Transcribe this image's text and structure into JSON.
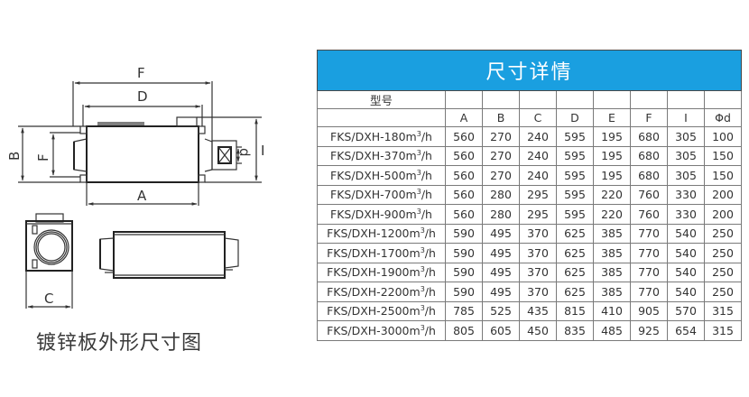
{
  "drawing": {
    "caption": "镀锌板外形尺寸图",
    "labels": {
      "F_top": "F",
      "D": "D",
      "B": "B",
      "F_side": "F",
      "A": "A",
      "I": "I",
      "d": "d",
      "C": "C"
    }
  },
  "table": {
    "title": "尺寸详情",
    "model_header": "型号",
    "columns": [
      "A",
      "B",
      "C",
      "D",
      "E",
      "F",
      "I",
      "Φd"
    ],
    "unit_suffix": "m³/h",
    "rows": [
      {
        "model": "FKS/DXH-180",
        "values": [
          "560",
          "270",
          "240",
          "595",
          "195",
          "680",
          "305",
          "100"
        ]
      },
      {
        "model": "FKS/DXH-370",
        "values": [
          "560",
          "270",
          "240",
          "595",
          "195",
          "680",
          "305",
          "150"
        ]
      },
      {
        "model": "FKS/DXH-500",
        "values": [
          "560",
          "270",
          "240",
          "595",
          "195",
          "680",
          "305",
          "150"
        ]
      },
      {
        "model": "FKS/DXH-700",
        "values": [
          "560",
          "280",
          "295",
          "595",
          "220",
          "760",
          "330",
          "200"
        ]
      },
      {
        "model": "FKS/DXH-900",
        "values": [
          "560",
          "280",
          "295",
          "595",
          "220",
          "760",
          "330",
          "200"
        ]
      },
      {
        "model": "FKS/DXH-1200",
        "values": [
          "590",
          "495",
          "370",
          "625",
          "385",
          "770",
          "540",
          "250"
        ]
      },
      {
        "model": "FKS/DXH-1700",
        "values": [
          "590",
          "495",
          "370",
          "625",
          "385",
          "770",
          "540",
          "250"
        ]
      },
      {
        "model": "FKS/DXH-1900",
        "values": [
          "590",
          "495",
          "370",
          "625",
          "385",
          "770",
          "540",
          "250"
        ]
      },
      {
        "model": "FKS/DXH-2200",
        "values": [
          "590",
          "495",
          "370",
          "625",
          "385",
          "770",
          "540",
          "250"
        ]
      },
      {
        "model": "FKS/DXH-2500",
        "values": [
          "785",
          "525",
          "435",
          "815",
          "410",
          "905",
          "570",
          "315"
        ]
      },
      {
        "model": "FKS/DXH-3000",
        "values": [
          "805",
          "605",
          "450",
          "835",
          "485",
          "925",
          "654",
          "315"
        ]
      }
    ]
  },
  "colors": {
    "title_bar": "#1a9fe0",
    "title_text": "#ffffff",
    "grid": "#7a7a7a",
    "text": "#333333"
  }
}
